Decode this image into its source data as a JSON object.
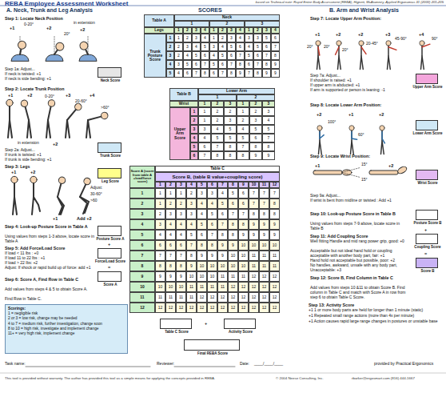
{
  "diagram": {
    "title": "REBA Employee Assessment Worksheet",
    "nodes": [
      {
        "text": [
          "Neck Score"
        ]
      },
      {
        "text": [
          "Trunk Score"
        ]
      },
      {
        "text": [
          "Leg Score"
        ]
      },
      {
        "text": [
          "Posture Score A"
        ]
      },
      {
        "text": [
          "Force/Load Score"
        ]
      },
      {
        "text": [
          "Score A"
        ]
      },
      {
        "text": [
          "Upper Arm Score"
        ]
      },
      {
        "text": [
          "Lower Arm Score"
        ]
      },
      {
        "text": [
          "Wrist Score"
        ]
      },
      {
        "text": [
          "Posture Score B"
        ]
      },
      {
        "text": [
          "Coupling Score"
        ]
      },
      {
        "text": [
          "Score B"
        ]
      },
      {
        "text": [
          "Table C Score"
        ]
      },
      {
        "text": [
          "Activity Score"
        ]
      },
      {
        "text": [
          "Final REBA Score"
        ]
      },
      {
        "text": [
          "Scorings:",
          "1 = negligible risk",
          "2 or 3 = low risk, change may be needed",
          "4 to 7 = medium risk, further investigation, change soon",
          "8 to 10 = high risk, investigate and implement change",
          "11+ = very high risk, implement change"
        ]
      }
    ],
    "labels": [
      "based on Technical note: Rapid Entire Body Assessment (REBA), Hignett, McAtamney, Applied Ergonomics 31 (2000) 201-205",
      "A. Neck, Trunk and Leg Analysis",
      "SCORES",
      "B. Arm and Wrist Analysis",
      "Step 1: Locate Neck Position",
      "+1",
      "0-20°",
      "+2",
      "20°",
      "in extension",
      "+2",
      "Step 1a: Adjust...",
      "If neck is twisted: +1",
      "If neck is side bending: +1",
      "Step 2: Locate Trunk Position",
      "+1",
      "+2",
      "in extension",
      "0-20°",
      "+3",
      "20-60°",
      "+4",
      ">60°",
      "+2",
      "Step 2a: Adjust...",
      "If trunk is twisted: +1",
      "If trunk is side bending: +1",
      "Step 3: Legs",
      "+1",
      "+2",
      "Adjust:",
      "30-60°",
      "+1",
      ">60",
      "Add +2",
      "Step 4: Look-up Posture Score in Table A",
      "Using values from steps 1-3 above, locate score in Table A",
      "Step 5: Add Force/Load Score",
      "If load < 11 lbs : +0",
      "If load 11 to 22 lbs : +1",
      "If load > 22 lbs: +2",
      "Adjust: If shock or rapid build up of force: add +1",
      "Step 6: Score A, Find Row in Table C",
      "Add values from steps 4 & 5 to obtain Score A.",
      "Find Row in Table C.",
      "+",
      "=",
      "Step 7: Locate Upper Arm Position:",
      "+1",
      "+2",
      "+2",
      "+3",
      "+4",
      "20°",
      "20°",
      "20°",
      "20-45°",
      "45-90°",
      "90°",
      "Step 7a: Adjust...",
      "If shoulder is raised: +1",
      "If upper arm is abducted: +1",
      "If arm is supported or person is leaning: -1",
      "Step 8: Locate Lower Arm Position:",
      "+2",
      "100°",
      "+1",
      "60°",
      "+2",
      "Step 9: Locate Wrist Position:",
      "+1",
      "15°",
      "15°",
      "+2",
      "Step 9a: Adjust...",
      "If wrist is bent from midline or twisted : Add +1",
      "Step 10: Look-up Posture Score in Table B",
      "Using values from steps 7-9 above, locate score in Table B",
      "+",
      "Step 11: Add Coupling Score",
      "Well fitting Handle and mid rang power grip, good: +0",
      "Acceptable but not ideal hand hold or coupling",
      "acceptable with another body part, fair: +1",
      "Hand hold not acceptable but possible, poor: +2",
      "No handles, awkward, unsafe with any body part, Unacceptable: +3",
      "=",
      "Step 12: Score B, Find Column in Table C",
      "Add values from steps 10 &11 to obtain Score B. Find column in Table C and match with Score A in row from step 6 to obtain Table C Score.",
      "Step 13: Activity Score",
      "+1 1 or more body parts are held for longer than 1 minute (static)",
      "+1 Repeated small range actions (more than 4x per minute)",
      "+1 Action causes rapid large range changes in postures or unstable base",
      "+",
      "Task name:",
      "Reviewer:",
      "Date:",
      "____/____/____",
      "provided by Practical Ergonomics",
      "This tool is provided without warranty. The author has provided this tool as a simple means for applying the concepts provided in REBA.",
      "© 2004 Neese Consulting, Inc.",
      "rbarker@ergosmart.com (816) 444-1667",
      "Table A",
      "Neck",
      "1",
      "2",
      "3",
      "Legs",
      "1",
      "2",
      "3",
      "4",
      "1",
      "2",
      "3",
      "4",
      "1",
      "2",
      "3",
      "4",
      "Trunk Posture Score",
      "1",
      "1",
      "2",
      "3",
      "4",
      "1",
      "2",
      "3",
      "4",
      "3",
      "3",
      "5",
      "6",
      "2",
      "2",
      "3",
      "4",
      "5",
      "3",
      "4",
      "5",
      "6",
      "4",
      "5",
      "6",
      "7",
      "3",
      "2",
      "4",
      "5",
      "6",
      "4",
      "5",
      "6",
      "7",
      "5",
      "6",
      "7",
      "8",
      "4",
      "3",
      "5",
      "6",
      "7",
      "5",
      "6",
      "7",
      "8",
      "6",
      "7",
      "8",
      "9",
      "5",
      "4",
      "6",
      "7",
      "8",
      "6",
      "7",
      "8",
      "9",
      "7",
      "8",
      "9",
      "9",
      "Table B",
      "Lower Arm",
      "1",
      "2",
      "Wrist",
      "1",
      "2",
      "3",
      "1",
      "2",
      "3",
      "Upper Arm Score",
      "1",
      "1",
      "2",
      "2",
      "1",
      "2",
      "3",
      "2",
      "1",
      "2",
      "3",
      "2",
      "3",
      "4",
      "3",
      "3",
      "4",
      "5",
      "4",
      "5",
      "5",
      "4",
      "4",
      "5",
      "5",
      "5",
      "6",
      "7",
      "5",
      "6",
      "7",
      "8",
      "7",
      "8",
      "8",
      "6",
      "7",
      "8",
      "8",
      "8",
      "9",
      "9",
      "Score A (score from table A +load/force score)",
      "Table C",
      "Score B, (table B value+coupling score)",
      "1",
      "2",
      "3",
      "4",
      "5",
      "6",
      "7",
      "8",
      "9",
      "10",
      "11",
      "12",
      "1",
      "1",
      "1",
      "1",
      "2",
      "3",
      "3",
      "4",
      "5",
      "6",
      "7",
      "7",
      "7",
      "2",
      "1",
      "2",
      "2",
      "3",
      "4",
      "4",
      "5",
      "6",
      "6",
      "7",
      "7",
      "8",
      "3",
      "2",
      "3",
      "3",
      "3",
      "4",
      "5",
      "6",
      "7",
      "7",
      "8",
      "8",
      "8",
      "4",
      "3",
      "4",
      "4",
      "4",
      "5",
      "6",
      "7",
      "8",
      "8",
      "9",
      "9",
      "9",
      "5",
      "4",
      "4",
      "4",
      "5",
      "6",
      "7",
      "8",
      "8",
      "9",
      "9",
      "9",
      "9",
      "6",
      "6",
      "6",
      "6",
      "7",
      "8",
      "8",
      "9",
      "9",
      "10",
      "10",
      "10",
      "10",
      "7",
      "7",
      "7",
      "7",
      "8",
      "9",
      "9",
      "9",
      "10",
      "10",
      "11",
      "11",
      "11",
      "8",
      "8",
      "8",
      "8",
      "9",
      "10",
      "10",
      "10",
      "10",
      "10",
      "11",
      "11",
      "11",
      "9",
      "9",
      "9",
      "9",
      "10",
      "10",
      "10",
      "11",
      "11",
      "11",
      "12",
      "12",
      "12",
      "10",
      "10",
      "10",
      "10",
      "11",
      "11",
      "11",
      "11",
      "12",
      "12",
      "12",
      "12",
      "12",
      "11",
      "11",
      "11",
      "11",
      "11",
      "12",
      "12",
      "12",
      "12",
      "12",
      "12",
      "12",
      "12",
      "12",
      "12",
      "12",
      "12",
      "12",
      "12",
      "12",
      "12",
      "12",
      "12",
      "12",
      "12",
      "12"
    ]
  }
}
